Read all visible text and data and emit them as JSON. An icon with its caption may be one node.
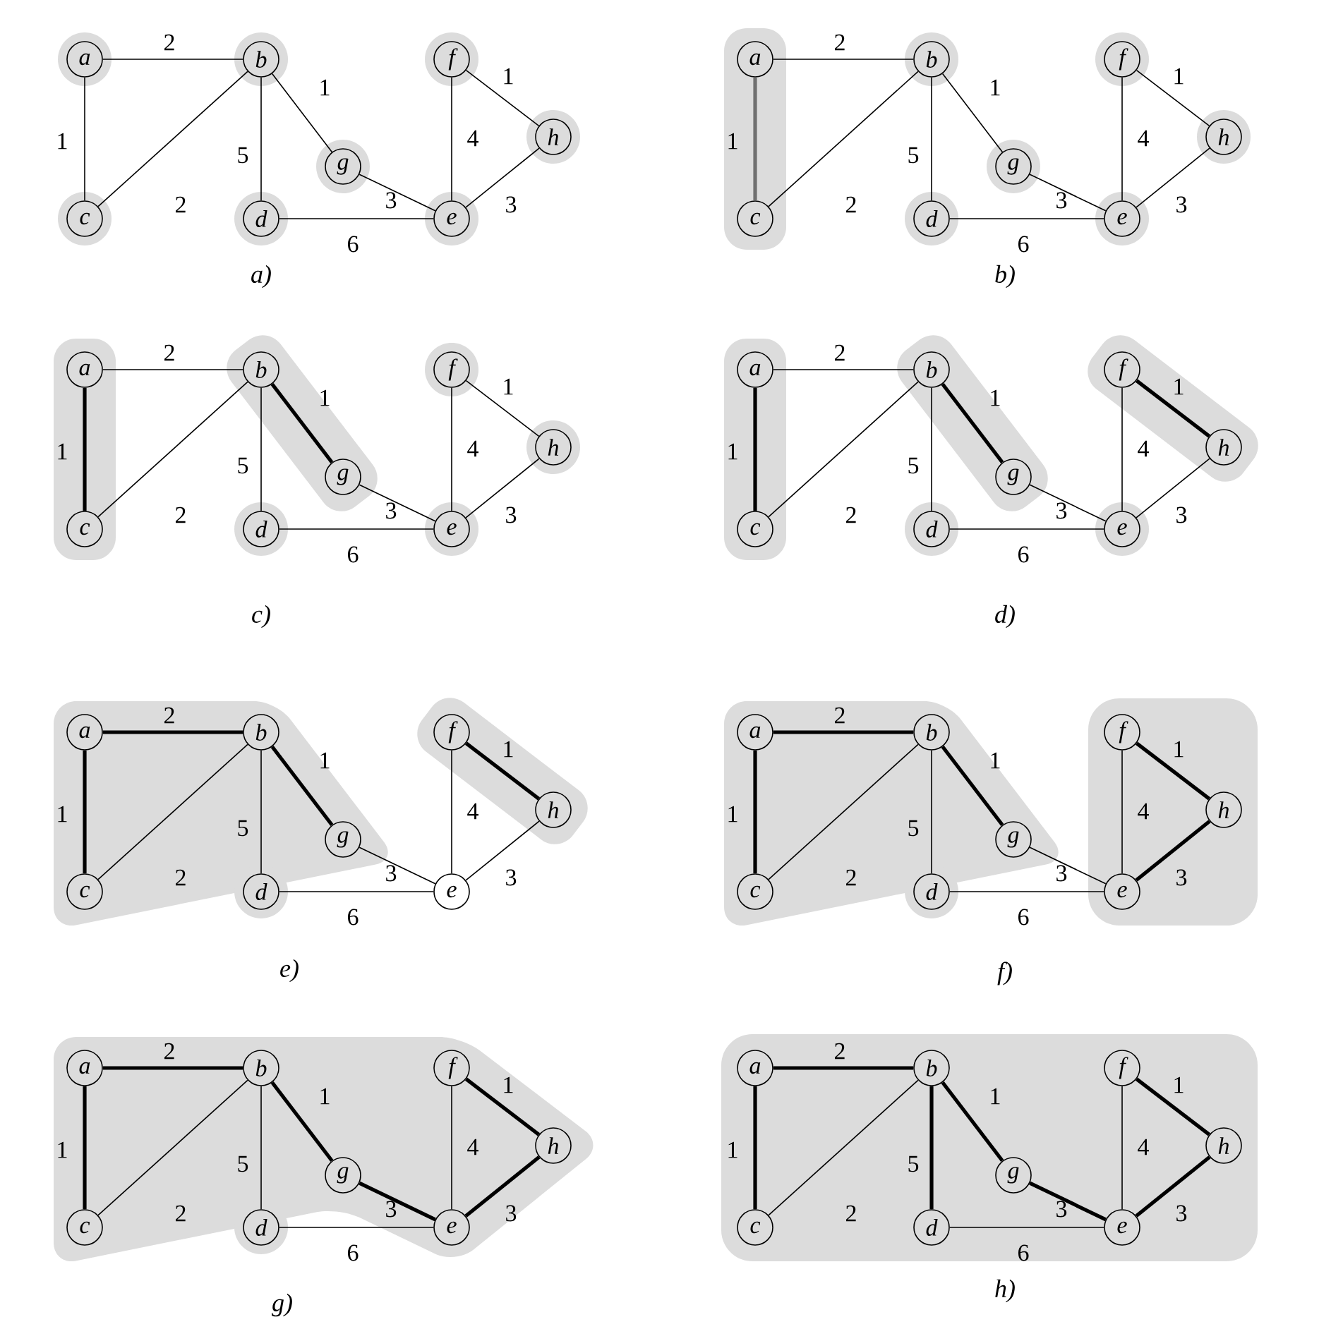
{
  "diagram": {
    "nodes": [
      {
        "text": [],
        "shape": "circle"
      },
      {
        "text": [],
        "shape": "circle"
      },
      {
        "text": [],
        "shape": "circle"
      },
      {
        "text": [],
        "shape": "circle"
      },
      {
        "text": [],
        "shape": "circle"
      },
      {
        "text": [],
        "shape": "circle"
      },
      {
        "text": [],
        "shape": "circle"
      },
      {
        "text": [],
        "shape": "circle"
      },
      {
        "text": [
          "a"
        ],
        "in": 0
      },
      {
        "text": [
          "b"
        ],
        "in": 1
      },
      {
        "text": [
          "c"
        ],
        "in": 2
      },
      {
        "text": [
          "d"
        ],
        "in": 3
      },
      {
        "text": [
          "e"
        ],
        "in": 4
      },
      {
        "text": [
          "f"
        ],
        "in": 5
      },
      {
        "text": [
          "g"
        ],
        "in": 6
      },
      {
        "text": [
          "h"
        ],
        "in": 7
      },
      {
        "text": [],
        "shape": "blob"
      },
      {
        "text": [],
        "shape": "circle"
      },
      {
        "text": [],
        "shape": "circle"
      },
      {
        "text": [],
        "shape": "circle"
      },
      {
        "text": [],
        "shape": "circle"
      },
      {
        "text": [],
        "shape": "circle"
      },
      {
        "text": [],
        "shape": "circle"
      },
      {
        "text": [
          "a"
        ],
        "in": 16
      },
      {
        "text": [
          "b"
        ],
        "in": 17
      },
      {
        "text": [
          "c"
        ],
        "in": 16
      },
      {
        "text": [
          "d"
        ],
        "in": 18
      },
      {
        "text": [
          "e"
        ],
        "in": 19
      },
      {
        "text": [
          "f"
        ],
        "in": 20
      },
      {
        "text": [
          "g"
        ],
        "in": 21
      },
      {
        "text": [
          "h"
        ],
        "in": 22
      },
      {
        "text": [],
        "shape": "blob"
      },
      {
        "text": [],
        "shape": "blob"
      },
      {
        "text": [],
        "shape": "circle"
      },
      {
        "text": [],
        "shape": "circle"
      },
      {
        "text": [],
        "shape": "circle"
      },
      {
        "text": [],
        "shape": "circle"
      },
      {
        "text": [
          "a"
        ],
        "in": 31
      },
      {
        "text": [
          "b"
        ],
        "in": 32
      },
      {
        "text": [
          "c"
        ],
        "in": 31
      },
      {
        "text": [
          "d"
        ],
        "in": 33
      },
      {
        "text": [
          "e"
        ],
        "in": 34
      },
      {
        "text": [
          "f"
        ],
        "in": 35
      },
      {
        "text": [
          "g"
        ],
        "in": 32
      },
      {
        "text": [
          "h"
        ],
        "in": 36
      },
      {
        "text": [],
        "shape": "blob"
      },
      {
        "text": [],
        "shape": "blob"
      },
      {
        "text": [],
        "shape": "blob"
      },
      {
        "text": [],
        "shape": "circle"
      },
      {
        "text": [],
        "shape": "circle"
      },
      {
        "text": [
          "a"
        ],
        "in": 45
      },
      {
        "text": [
          "b"
        ],
        "in": 46
      },
      {
        "text": [
          "c"
        ],
        "in": 45
      },
      {
        "text": [
          "d"
        ],
        "in": 48
      },
      {
        "text": [
          "e"
        ],
        "in": 49
      },
      {
        "text": [
          "f"
        ],
        "in": 47
      },
      {
        "text": [
          "g"
        ],
        "in": 46
      },
      {
        "text": [
          "h"
        ],
        "in": 47
      },
      {
        "text": [],
        "shape": "blob"
      },
      {
        "text": [],
        "shape": "blob"
      },
      {
        "text": [],
        "shape": "circle"
      },
      {
        "text": [
          "a"
        ],
        "in": 58
      },
      {
        "text": [
          "b"
        ],
        "in": 58
      },
      {
        "text": [
          "c"
        ],
        "in": 58
      },
      {
        "text": [
          "d"
        ],
        "in": 60
      },
      {
        "text": [
          "e"
        ]
      },
      {
        "text": [
          "f"
        ],
        "in": 59
      },
      {
        "text": [
          "g"
        ],
        "in": 58
      },
      {
        "text": [
          "h"
        ],
        "in": 59
      },
      {
        "text": [],
        "shape": "blob"
      },
      {
        "text": [],
        "shape": "box"
      },
      {
        "text": [],
        "shape": "circle"
      },
      {
        "text": [
          "a"
        ],
        "in": 69
      },
      {
        "text": [
          "b"
        ],
        "in": 69
      },
      {
        "text": [
          "c"
        ],
        "in": 69
      },
      {
        "text": [
          "d"
        ],
        "in": 71
      },
      {
        "text": [
          "e"
        ],
        "in": 70
      },
      {
        "text": [
          "f"
        ],
        "in": 70
      },
      {
        "text": [
          "g"
        ],
        "in": 69
      },
      {
        "text": [
          "h"
        ],
        "in": 70
      },
      {
        "text": [],
        "shape": "blob"
      },
      {
        "text": [],
        "shape": "circle"
      },
      {
        "text": [
          "a"
        ],
        "in": 80
      },
      {
        "text": [
          "b"
        ],
        "in": 80
      },
      {
        "text": [
          "c"
        ],
        "in": 80
      },
      {
        "text": [
          "d"
        ],
        "in": 81
      },
      {
        "text": [
          "e"
        ],
        "in": 80
      },
      {
        "text": [
          "f"
        ],
        "in": 80
      },
      {
        "text": [
          "g"
        ],
        "in": 80
      },
      {
        "text": [
          "h"
        ],
        "in": 80
      },
      {
        "text": [],
        "shape": "box"
      },
      {
        "text": [
          "a"
        ],
        "in": 90
      },
      {
        "text": [
          "b"
        ],
        "in": 90
      },
      {
        "text": [
          "c"
        ],
        "in": 90
      },
      {
        "text": [
          "d"
        ],
        "in": 90
      },
      {
        "text": [
          "e"
        ],
        "in": 90
      },
      {
        "text": [
          "f"
        ],
        "in": 90
      },
      {
        "text": [
          "g"
        ],
        "in": 90
      },
      {
        "text": [
          "h"
        ],
        "in": 90
      }
    ],
    "edges": [
      {
        "from": 8,
        "to": 9,
        "arrow": "none",
        "label": "2"
      },
      {
        "from": 8,
        "to": 10,
        "arrow": "none",
        "label": "1"
      },
      {
        "from": 9,
        "to": 10,
        "arrow": "none",
        "label": "2"
      },
      {
        "from": 9,
        "to": 14,
        "arrow": "none",
        "label": "1"
      },
      {
        "from": 9,
        "to": 11,
        "arrow": "none",
        "label": "5"
      },
      {
        "from": 14,
        "to": 12,
        "arrow": "none",
        "label": "3"
      },
      {
        "from": 13,
        "to": 12,
        "arrow": "none",
        "label": "4"
      },
      {
        "from": 13,
        "to": 15,
        "arrow": "none",
        "label": "1"
      },
      {
        "from": 15,
        "to": 12,
        "arrow": "none",
        "label": "3"
      },
      {
        "from": 11,
        "to": 12,
        "arrow": "none",
        "label": "6"
      },
      {
        "from": 23,
        "to": 24,
        "arrow": "none",
        "label": "2"
      },
      {
        "from": 23,
        "to": 25,
        "arrow": "none",
        "label": "1",
        "style": "thick",
        "color": "#707070"
      },
      {
        "from": 24,
        "to": 25,
        "arrow": "none",
        "label": "2"
      },
      {
        "from": 24,
        "to": 29,
        "arrow": "none",
        "label": "1"
      },
      {
        "from": 24,
        "to": 26,
        "arrow": "none",
        "label": "5"
      },
      {
        "from": 29,
        "to": 27,
        "arrow": "none",
        "label": "3"
      },
      {
        "from": 28,
        "to": 27,
        "arrow": "none",
        "label": "4"
      },
      {
        "from": 28,
        "to": 30,
        "arrow": "none",
        "label": "1"
      },
      {
        "from": 30,
        "to": 27,
        "arrow": "none",
        "label": "3"
      },
      {
        "from": 26,
        "to": 27,
        "arrow": "none",
        "label": "6"
      },
      {
        "from": 37,
        "to": 38,
        "arrow": "none",
        "label": "2"
      },
      {
        "from": 37,
        "to": 39,
        "arrow": "none",
        "label": "1",
        "style": "thick"
      },
      {
        "from": 38,
        "to": 39,
        "arrow": "none",
        "label": "2"
      },
      {
        "from": 38,
        "to": 43,
        "arrow": "none",
        "label": "1",
        "style": "thick"
      },
      {
        "from": 38,
        "to": 40,
        "arrow": "none",
        "label": "5"
      },
      {
        "from": 43,
        "to": 41,
        "arrow": "none",
        "label": "3"
      },
      {
        "from": 42,
        "to": 41,
        "arrow": "none",
        "label": "4"
      },
      {
        "from": 42,
        "to": 44,
        "arrow": "none",
        "label": "1"
      },
      {
        "from": 44,
        "to": 41,
        "arrow": "none",
        "label": "3"
      },
      {
        "from": 40,
        "to": 41,
        "arrow": "none",
        "label": "6"
      },
      {
        "from": 50,
        "to": 51,
        "arrow": "none",
        "label": "2"
      },
      {
        "from": 50,
        "to": 52,
        "arrow": "none",
        "label": "1",
        "style": "thick"
      },
      {
        "from": 51,
        "to": 52,
        "arrow": "none",
        "label": "2"
      },
      {
        "from": 51,
        "to": 56,
        "arrow": "none",
        "label": "1",
        "style": "thick"
      },
      {
        "from": 51,
        "to": 53,
        "arrow": "none",
        "label": "5"
      },
      {
        "from": 56,
        "to": 54,
        "arrow": "none",
        "label": "3"
      },
      {
        "from": 55,
        "to": 54,
        "arrow": "none",
        "label": "4"
      },
      {
        "from": 55,
        "to": 57,
        "arrow": "none",
        "label": "1",
        "style": "thick"
      },
      {
        "from": 57,
        "to": 54,
        "arrow": "none",
        "label": "3"
      },
      {
        "from": 53,
        "to": 54,
        "arrow": "none",
        "label": "6"
      },
      {
        "from": 61,
        "to": 62,
        "arrow": "none",
        "label": "2",
        "style": "thick"
      },
      {
        "from": 61,
        "to": 63,
        "arrow": "none",
        "label": "1",
        "style": "thick"
      },
      {
        "from": 62,
        "to": 63,
        "arrow": "none",
        "label": "2"
      },
      {
        "from": 62,
        "to": 67,
        "arrow": "none",
        "label": "1",
        "style": "thick"
      },
      {
        "from": 62,
        "to": 64,
        "arrow": "none",
        "label": "5"
      },
      {
        "from": 67,
        "to": 65,
        "arrow": "none",
        "label": "3"
      },
      {
        "from": 66,
        "to": 65,
        "arrow": "none",
        "label": "4"
      },
      {
        "from": 66,
        "to": 68,
        "arrow": "none",
        "label": "1",
        "style": "thick"
      },
      {
        "from": 68,
        "to": 65,
        "arrow": "none",
        "label": "3"
      },
      {
        "from": 64,
        "to": 65,
        "arrow": "none",
        "label": "6"
      },
      {
        "from": 72,
        "to": 73,
        "arrow": "none",
        "label": "2",
        "style": "thick"
      },
      {
        "from": 72,
        "to": 74,
        "arrow": "none",
        "label": "1",
        "style": "thick"
      },
      {
        "from": 73,
        "to": 74,
        "arrow": "none",
        "label": "2"
      },
      {
        "from": 73,
        "to": 78,
        "arrow": "none",
        "label": "1",
        "style": "thick"
      },
      {
        "from": 73,
        "to": 75,
        "arrow": "none",
        "label": "5"
      },
      {
        "from": 78,
        "to": 76,
        "arrow": "none",
        "label": "3"
      },
      {
        "from": 77,
        "to": 76,
        "arrow": "none",
        "label": "4"
      },
      {
        "from": 77,
        "to": 79,
        "arrow": "none",
        "label": "1",
        "style": "thick"
      },
      {
        "from": 79,
        "to": 76,
        "arrow": "none",
        "label": "3",
        "style": "thick"
      },
      {
        "from": 75,
        "to": 76,
        "arrow": "none",
        "label": "6"
      },
      {
        "from": 82,
        "to": 83,
        "arrow": "none",
        "label": "2",
        "style": "thick"
      },
      {
        "from": 82,
        "to": 84,
        "arrow": "none",
        "label": "1",
        "style": "thick"
      },
      {
        "from": 83,
        "to": 84,
        "arrow": "none",
        "label": "2"
      },
      {
        "from": 83,
        "to": 88,
        "arrow": "none",
        "label": "1",
        "style": "thick"
      },
      {
        "from": 83,
        "to": 85,
        "arrow": "none",
        "label": "5"
      },
      {
        "from": 88,
        "to": 86,
        "arrow": "none",
        "label": "3",
        "style": "thick"
      },
      {
        "from": 87,
        "to": 86,
        "arrow": "none",
        "label": "4"
      },
      {
        "from": 87,
        "to": 89,
        "arrow": "none",
        "label": "1",
        "style": "thick"
      },
      {
        "from": 89,
        "to": 86,
        "arrow": "none",
        "label": "3",
        "style": "thick"
      },
      {
        "from": 85,
        "to": 86,
        "arrow": "none",
        "label": "6"
      },
      {
        "from": 91,
        "to": 92,
        "arrow": "none",
        "label": "2",
        "style": "thick"
      },
      {
        "from": 91,
        "to": 93,
        "arrow": "none",
        "label": "1",
        "style": "thick"
      },
      {
        "from": 92,
        "to": 93,
        "arrow": "none",
        "label": "2"
      },
      {
        "from": 92,
        "to": 97,
        "arrow": "none",
        "label": "1",
        "style": "thick"
      },
      {
        "from": 92,
        "to": 94,
        "arrow": "none",
        "label": "5",
        "style": "thick"
      },
      {
        "from": 97,
        "to": 95,
        "arrow": "none",
        "label": "3",
        "style": "thick"
      },
      {
        "from": 96,
        "to": 95,
        "arrow": "none",
        "label": "4"
      },
      {
        "from": 96,
        "to": 98,
        "arrow": "none",
        "label": "1",
        "style": "thick"
      },
      {
        "from": 98,
        "to": 95,
        "arrow": "none",
        "label": "3",
        "style": "thick"
      },
      {
        "from": 94,
        "to": 95,
        "arrow": "none",
        "label": "6"
      }
    ],
    "labels": [
      "a)",
      "b)",
      "c)",
      "d)",
      "e)",
      "f)",
      "g)",
      "h)"
    ]
  }
}
